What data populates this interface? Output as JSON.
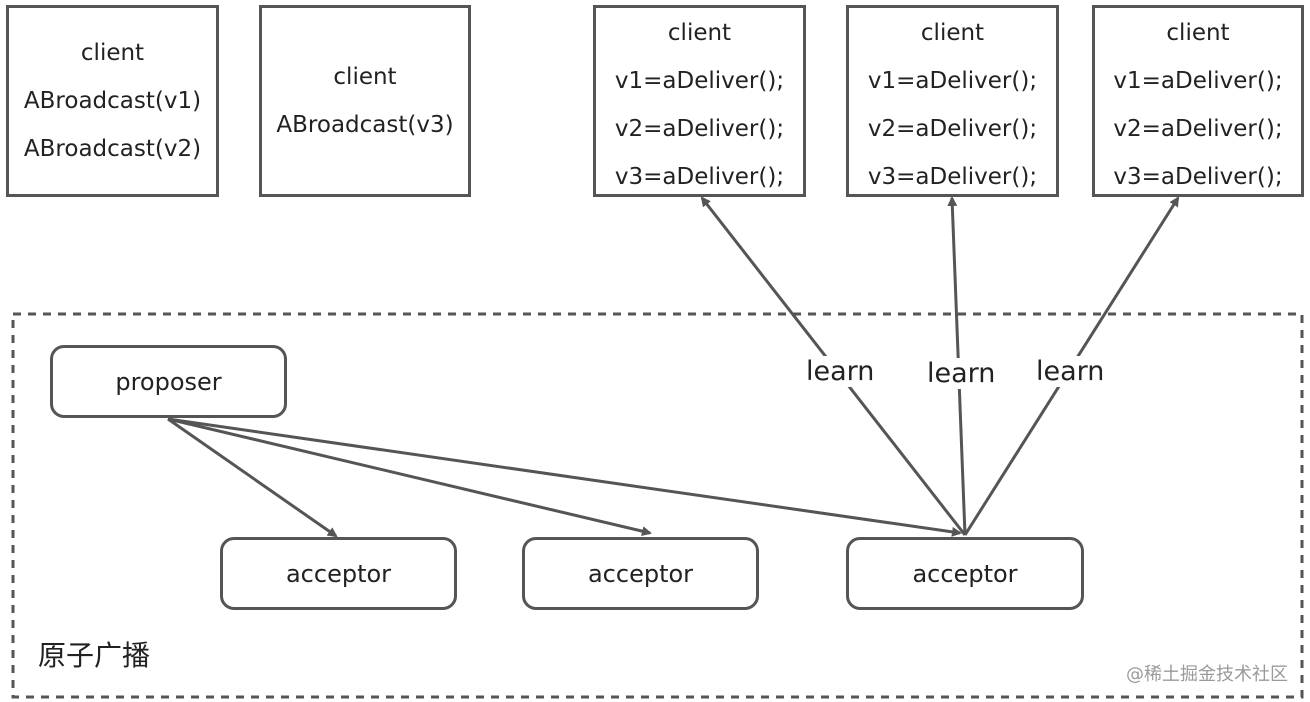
{
  "clients": [
    {
      "lines": [
        "client",
        "ABroadcast(v1)",
        "ABroadcast(v2)"
      ]
    },
    {
      "lines": [
        "client",
        "ABroadcast(v3)"
      ]
    },
    {
      "lines": [
        "client",
        "v1=aDeliver();",
        "v2=aDeliver();",
        "v3=aDeliver();"
      ]
    },
    {
      "lines": [
        "client",
        "v1=aDeliver();",
        "v2=aDeliver();",
        "v3=aDeliver();"
      ]
    },
    {
      "lines": [
        "client",
        "v1=aDeliver();",
        "v2=aDeliver();",
        "v3=aDeliver();"
      ]
    }
  ],
  "proposer": {
    "label": "proposer"
  },
  "acceptors": [
    {
      "label": "acceptor"
    },
    {
      "label": "acceptor"
    },
    {
      "label": "acceptor"
    }
  ],
  "learn_labels": [
    "learn",
    "learn",
    "learn"
  ],
  "region_label": "原子广播",
  "watermark": "@稀土掘金技术社区",
  "colors": {
    "stroke": "#555555",
    "text": "#222222",
    "watermark": "#9a9a9a"
  }
}
